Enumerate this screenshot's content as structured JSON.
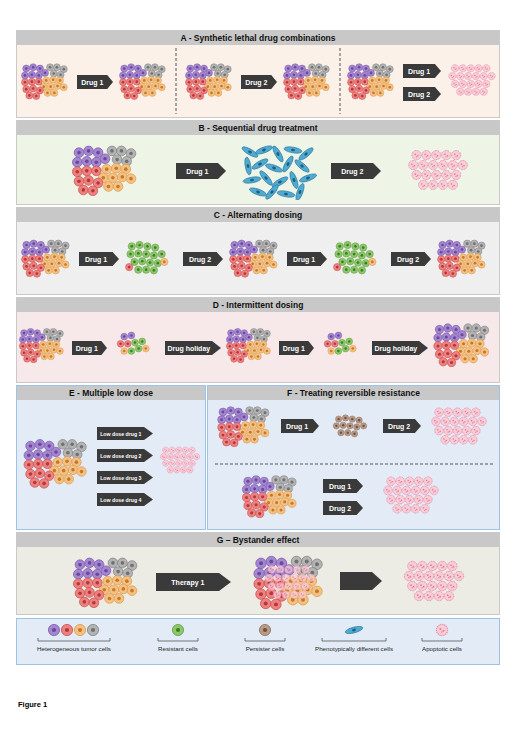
{
  "diagram": {
    "caption": "Figure 1",
    "nodes": [
      {
        "text": [
          "A - Synthetic lethal drug combinations"
        ]
      },
      {
        "text": [
          "Drug 1"
        ],
        "in": 0
      },
      {
        "text": [
          "Drug 2"
        ],
        "in": 0
      },
      {
        "text": [
          "Drug 1"
        ],
        "in": 0
      },
      {
        "text": [
          "Drug 2"
        ],
        "in": 0
      },
      {
        "text": [
          "B - Sequential drug treatment"
        ]
      },
      {
        "text": [
          "Drug 1"
        ],
        "in": 5
      },
      {
        "text": [
          "Drug 2"
        ],
        "in": 5
      },
      {
        "text": [
          "C - Alternating dosing"
        ]
      },
      {
        "text": [
          "Drug 1"
        ],
        "in": 8
      },
      {
        "text": [
          "Drug 2"
        ],
        "in": 8
      },
      {
        "text": [
          "Drug 1"
        ],
        "in": 8
      },
      {
        "text": [
          "Drug 2"
        ],
        "in": 8
      },
      {
        "text": [
          "D - Intermittent dosing"
        ]
      },
      {
        "text": [
          "Drug 1"
        ],
        "in": 13
      },
      {
        "text": [
          "Drug holiday"
        ],
        "in": 13
      },
      {
        "text": [
          "Drug 1"
        ],
        "in": 13
      },
      {
        "text": [
          "Drug holiday"
        ],
        "in": 13
      },
      {
        "text": [
          "E - Multiple low dose"
        ]
      },
      {
        "text": [
          "Low dose drug 1"
        ],
        "in": 18
      },
      {
        "text": [
          "Low dose drug 2"
        ],
        "in": 18
      },
      {
        "text": [
          "Low dose drug 3"
        ],
        "in": 18
      },
      {
        "text": [
          "Low dose drug 4"
        ],
        "in": 18
      },
      {
        "text": [
          "F - Treating reversible resistance"
        ]
      },
      {
        "text": [
          "Drug 1"
        ],
        "in": 23
      },
      {
        "text": [
          "Drug 2"
        ],
        "in": 23
      },
      {
        "text": [
          "Drug 1"
        ],
        "in": 23
      },
      {
        "text": [
          "Drug 2"
        ],
        "in": 23
      },
      {
        "text": [
          "G – Bystander effect"
        ]
      },
      {
        "text": [
          "Therapy 1"
        ],
        "in": 28
      }
    ],
    "legend": [
      {
        "text": "Heterogeneous tumor cells"
      },
      {
        "text": "Resistant cells"
      },
      {
        "text": "Persister cells"
      },
      {
        "text": "Phenotypically different cells"
      },
      {
        "text": "Apoptotic cells"
      }
    ]
  }
}
